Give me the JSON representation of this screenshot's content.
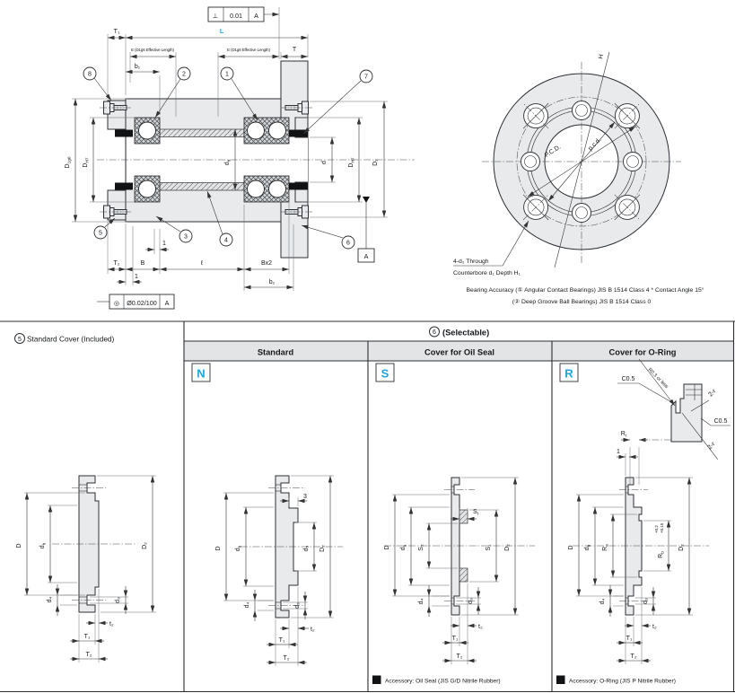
{
  "accent_color": "#1ba7e0",
  "main_view": {
    "perp_tol": {
      "sym": "⊥",
      "value": "0.01",
      "datum": "A"
    },
    "dims": {
      "L": "L",
      "T1": "T₁",
      "E_left": "E (D1g6 Effective Length)",
      "E_right": "E (D1g6 Effective Length)",
      "T": "T",
      "b1": "b₁",
      "T2": "T₂",
      "B": "B",
      "gap_upper": "1",
      "l": "ℓ",
      "Bx2": "Bx2",
      "b2": "b₂",
      "gap_lower": "1",
      "d": "d",
      "D2": "D₂"
    },
    "labels": {
      "D1g6": {
        "main": "D",
        "sub": "1g6"
      },
      "DH7_left": {
        "main": "D",
        "sub": "H7"
      },
      "dh": {
        "main": "d",
        "sub": "h"
      },
      "DH7_right": {
        "main": "D",
        "sub": "H7"
      }
    },
    "conc_tol": {
      "sym": "◎",
      "value": "Ø0.02/100",
      "datum": "A"
    },
    "datum_label": "A",
    "balloons": [
      "1",
      "2",
      "3",
      "4",
      "5",
      "6",
      "7",
      "8"
    ]
  },
  "circle_view": {
    "H": "H",
    "PCD": "P.C.D.",
    "pcd": "p.c.d.",
    "hole_note_line1": "4-d₂ Through",
    "hole_note_line2": "Counterbore d₁ Depth H₁",
    "accuracy_line1": "Bearing Accuracy (① Angular Contact Bearings) JIS B 1514 Class 4  * Contact Angle 15°",
    "accuracy_line2": "(② Deep Groove Ball Bearings) JIS B 1514 Class 0"
  },
  "table": {
    "included_header": {
      "num": "5",
      "label": "Standard Cover (Included)"
    },
    "selectable_header": {
      "num": "6",
      "label": "(Selectable)"
    },
    "columns": [
      {
        "header": "Standard",
        "code": "N"
      },
      {
        "header": "Cover for Oil Seal",
        "code": "S"
      },
      {
        "header": "Cover for O-Ring",
        "code": "R"
      }
    ]
  },
  "cover_common": {
    "D": "D",
    "dh": {
      "main": "d",
      "sub": "h"
    },
    "D2": "D₂",
    "d4": "d₄",
    "d3": "d₃",
    "t2": "t₂",
    "T1": "T₁",
    "T2": "T₂"
  },
  "cover_standard": {
    "three": "3",
    "d5": "d₅"
  },
  "cover_oil_seal": {
    "S2": "S₂",
    "St": {
      "main": "S",
      "sub": "t"
    },
    "S1": "S₁",
    "note_tag": "A",
    "note": "Accessory: Oil Seal (JIS G/D Nitrile Rubber)"
  },
  "cover_oring": {
    "Rt": {
      "main": "R",
      "sub": "t"
    },
    "one": "1",
    "Ra": {
      "main": "R",
      "sub": "a"
    },
    "Rb": {
      "main": "R",
      "sub": "b"
    },
    "Rb_tol_upper": "+0.2",
    "Rb_tol_lower": "+0.15",
    "note_tag": "A",
    "note": "Accessory: O-Ring (JIS P Nitrile Rubber)",
    "detail": {
      "r03": "R0.3 or less",
      "c05_top": "C0.5",
      "two_r_top": "2-r",
      "c05_right": "C0.5",
      "two_r_bottom": "2-r"
    }
  }
}
